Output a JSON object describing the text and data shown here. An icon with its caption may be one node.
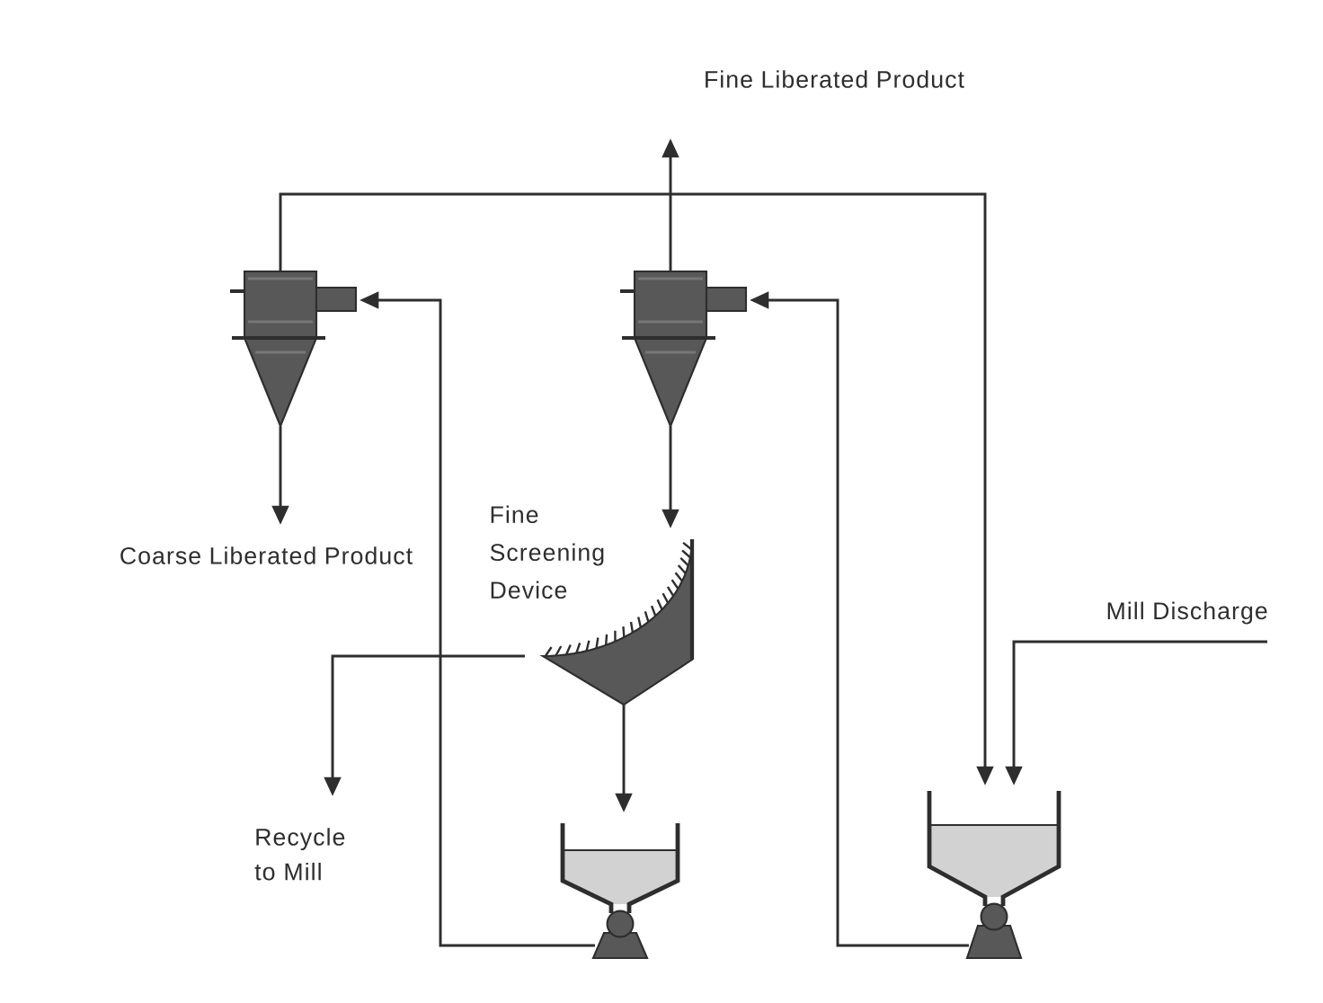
{
  "diagram": {
    "nodes": [
      {
        "text": [
          "Fine Liberated Product"
        ]
      },
      {
        "text": [],
        "shape": "picture"
      },
      {
        "text": [],
        "shape": "picture"
      },
      {
        "text": [
          "Coarse Liberated Product"
        ]
      },
      {
        "text": [],
        "shape": "picture",
        "beside": [
          "Fine Screening Device"
        ]
      },
      {
        "text": [
          "Mill Discharge"
        ]
      },
      {
        "text": [
          "Recycle to Mill"
        ]
      },
      {
        "text": [],
        "shape": "picture"
      },
      {
        "text": [],
        "shape": "picture"
      }
    ],
    "edges": [
      {
        "from": 2,
        "to": 0,
        "arrow": "to"
      },
      {
        "from": 1,
        "to": 8,
        "arrow": "to"
      },
      {
        "from": 1,
        "to": 3,
        "arrow": "to"
      },
      {
        "from": 2,
        "to": 4,
        "arrow": "to"
      },
      {
        "from": 4,
        "to": 6,
        "arrow": "to"
      },
      {
        "from": 4,
        "to": 7,
        "arrow": "to"
      },
      {
        "from": 7,
        "to": 1,
        "arrow": "to"
      },
      {
        "from": 8,
        "to": 2,
        "arrow": "to"
      },
      {
        "from": 5,
        "to": 8,
        "arrow": "to"
      }
    ]
  }
}
